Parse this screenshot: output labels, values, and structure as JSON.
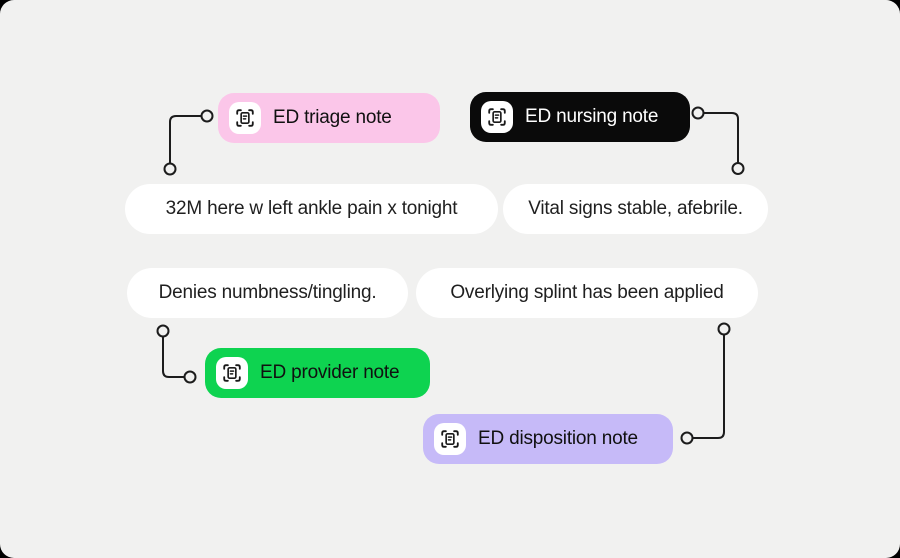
{
  "diagram": {
    "description_labels": {
      "triage": "ED triage note",
      "nursing": "ED nursing note",
      "provider": "ED provider note",
      "disposition": "ED disposition note"
    },
    "notes": {
      "triage_text": "32M here w left ankle pain x tonight",
      "nursing_text": "Vital signs stable, afebrile.",
      "provider_text": "Denies numbness/tingling.",
      "disposition_text": "Overlying splint has been applied"
    },
    "icons": {
      "badge_icon": "scan-document-icon"
    },
    "colors": {
      "background": "#F1F1F0",
      "note_pill_bg": "#FFFFFF",
      "text_dark": "#1F1F1F",
      "triage_badge_bg": "#FBC6E9",
      "nursing_badge_bg": "#0A0A0A",
      "nursing_badge_text": "#FFFFFF",
      "provider_badge_bg": "#0ED350",
      "disposition_badge_bg": "#C6BAF8",
      "connector_line": "#1C1C1C"
    }
  }
}
